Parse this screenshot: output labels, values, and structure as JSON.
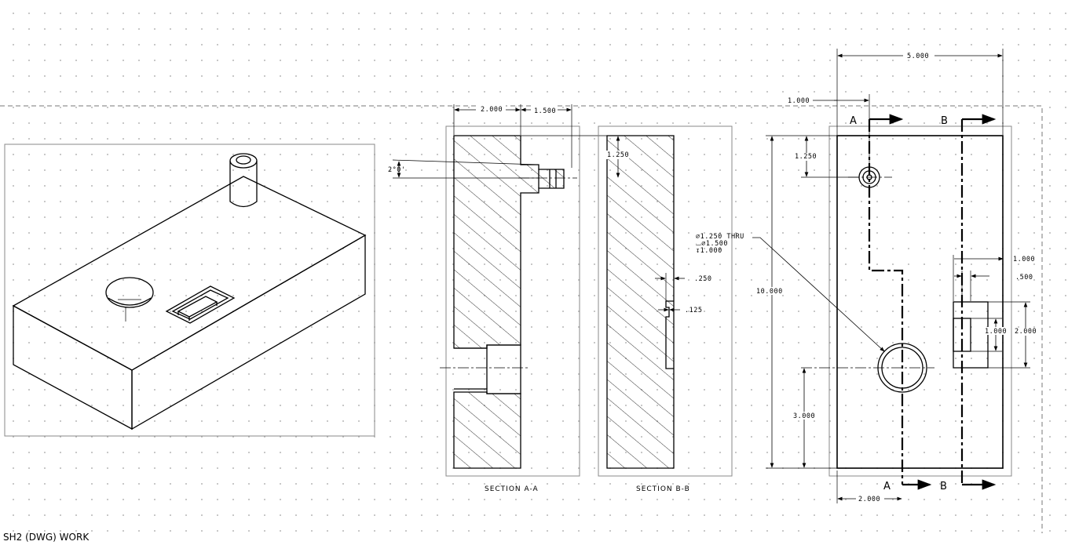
{
  "status_text": "SH2 (DWG) WORK",
  "views": {
    "section_aa_title": "SECTION A-A",
    "section_bb_title": "SECTION B-B"
  },
  "dimensions": {
    "top_width": "5.000",
    "hole_offset": "1.000",
    "aa_width": "2.000",
    "aa_boss": "1.500",
    "boss_angle": "2°0'",
    "boss_height": "1.250",
    "bb_pocket_depth": ".250",
    "bb_step": ".125",
    "hole_callout_1": "⌀1.250 THRU",
    "hole_callout_2": "⌴⌀1.500",
    "hole_callout_3": "↧1.000",
    "front_height": "10.000",
    "front_boss_y": "1.250",
    "front_hole_y": "3.000",
    "front_hole_x": "2.000",
    "pocket_offset": "1.000",
    "pocket_inner": ".500",
    "pocket_len": "2.000",
    "pocket_inner_len": "1.000"
  },
  "cut_labels": {
    "a_top": "A",
    "b_top": "B",
    "a_bottom": "A",
    "b_bottom": "B"
  }
}
